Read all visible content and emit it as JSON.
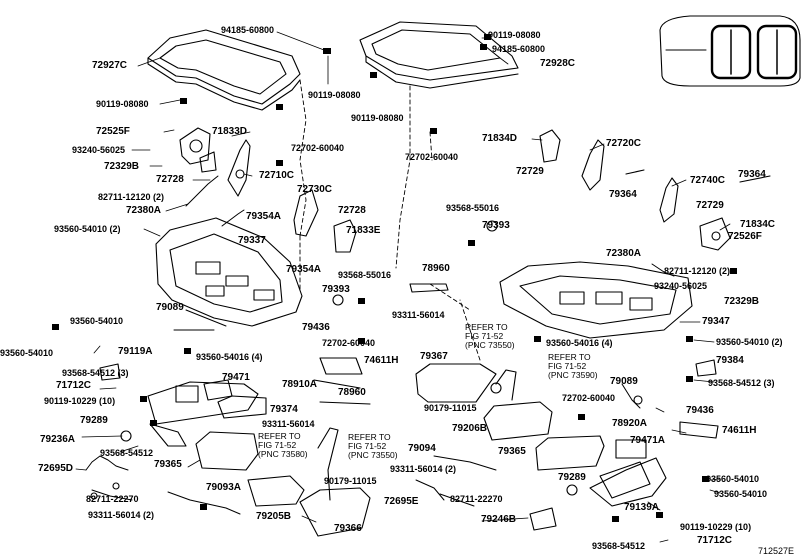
{
  "figure_id": "712527E",
  "labels": {
    "72927C": "72927C",
    "94185_60800_a": "94185-60800",
    "90119_08080_a": "90119-08080",
    "90119_08080_b": "90119-08080",
    "90119_08080_c": "90119-08080",
    "90119_08080_d": "90119-08080",
    "94185_60800_b": "94185-60800",
    "72928C": "72928C",
    "72525F": "72525F",
    "71833D": "71833D",
    "93240_56025_a": "93240-56025",
    "72702_60040_a": "72702-60040",
    "72702_60040_b": "72702-60040",
    "72702_60040_c": "72702-60040",
    "72702_60040_d": "72702-60040",
    "72329B_a": "72329B",
    "72728_a": "72728",
    "72710C": "72710C",
    "82711_12120_a": "82711-12120 (2)",
    "72730C": "72730C",
    "72380A_a": "72380A",
    "79354A_a": "79354A",
    "72728_b": "72728",
    "93560_54010_2_a": "93560-54010 (2)",
    "79337": "79337",
    "71833E": "71833E",
    "79354A_b": "79354A",
    "71834D": "71834D",
    "72720C": "72720C",
    "72729_a": "72729",
    "79364_a": "79364",
    "79364_b": "79364",
    "72740C": "72740C",
    "93568_55016_a": "93568-55016",
    "72729_b": "72729",
    "79393_a": "79393",
    "71834C": "71834C",
    "72526F": "72526F",
    "72380A_b": "72380A",
    "82711_12120_b": "82711-12120 (2)",
    "93240_56025_b": "93240-56025",
    "72329B_b": "72329B",
    "93568_55016_b": "93568-55016",
    "78960_a": "78960",
    "79393_b": "79393",
    "93311_56014_a": "93311-56014",
    "79089_a": "79089",
    "79347": "79347",
    "93560_54010_a": "93560-54010",
    "93560_54010_b": "93560-54010",
    "79119A": "79119A",
    "79436_a": "79436",
    "93560_54016_a": "93560-54016 (4)",
    "93560_54016_b": "93560-54016 (4)",
    "93560_54010_2_b": "93560-54010 (2)",
    "74611H_a": "74611H",
    "79367": "79367",
    "refer_a": "REFER TO\nFIG 71-52\n(PNC 73550)",
    "refer_b": "REFER TO\nFIG 71-52\n(PNC 73590)",
    "refer_c": "REFER TO\nFIG 71-52\n(PNC 73580)",
    "refer_d": "REFER TO\nFIG 71-52\n(PNC 73550)",
    "79384": "79384",
    "93568_54512_3_a": "93568-54512 (3)",
    "93568_54512_3_b": "93568-54512 (3)",
    "79471_a": "79471",
    "79471A": "79471A",
    "71712C_a": "71712C",
    "71712C_b": "71712C",
    "78910A": "78910A",
    "79089_b": "79089",
    "90119_10229_a": "90119-10229 (10)",
    "90119_10229_b": "90119-10229 (10)",
    "79374": "79374",
    "78960_b": "78960",
    "90179_11015_a": "90179-11015",
    "90179_11015_b": "90179-11015",
    "93311_56014_b": "93311-56014",
    "93311_56014_2_a": "93311-56014 (2)",
    "93311_56014_2_b": "93311-56014 (2)",
    "79289_a": "79289",
    "79289_b": "79289",
    "79206B": "79206B",
    "79436_b": "79436",
    "78920A": "78920A",
    "74611H_b": "74611H",
    "79236A": "79236A",
    "93568_54512_a": "93568-54512",
    "93568_54512_b": "93568-54512",
    "79365_a": "79365",
    "79365_b": "79365",
    "79094": "79094",
    "72695D": "72695D",
    "72695E": "72695E",
    "79093A": "79093A",
    "82711_22270_a": "82711-22270",
    "82711_22270_b": "82711-22270",
    "79205B": "79205B",
    "79366": "79366",
    "79246B": "79246B",
    "79139A": "79139A"
  }
}
